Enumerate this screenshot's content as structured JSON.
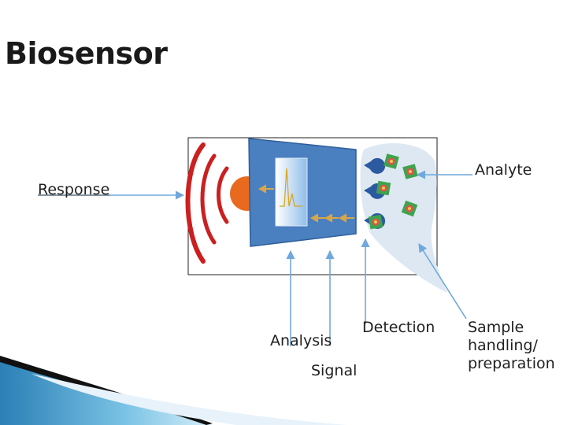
{
  "slide": {
    "title": "Biosensor"
  },
  "labels": {
    "response": "Response",
    "analyte": "Analyte",
    "analysis": "Analysis",
    "signal": "Signal",
    "detection": "Detection",
    "sample_line1": "Sample",
    "sample_line2": "handling/",
    "sample_line3": "preparation"
  },
  "colors": {
    "arrow": "#6fa8dc",
    "panel_blue": "#4a7fc0",
    "response_red": "#cc1f1f",
    "sample_cloud": "#dde8f2",
    "analyte_green": "#3fa34d"
  }
}
